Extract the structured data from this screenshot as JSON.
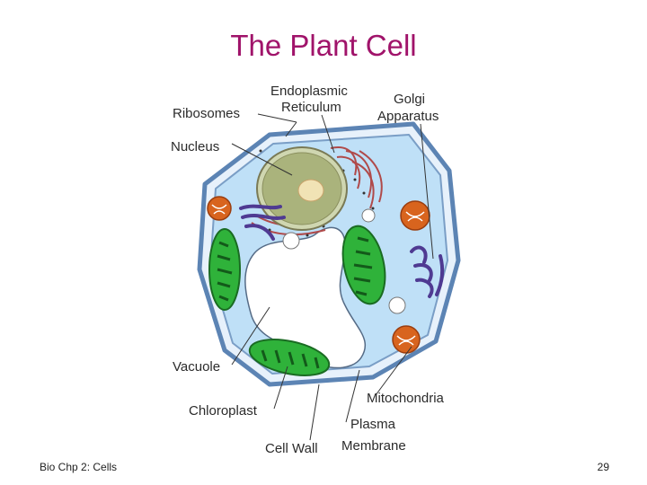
{
  "slide": {
    "title": "The Plant Cell",
    "footer_left": "Bio Chp 2: Cells",
    "page_number": "29"
  },
  "diagram": {
    "labels": {
      "endoplasmic_1": "Endoplasmic",
      "endoplasmic_2": "Reticulum",
      "golgi_1": "Golgi",
      "golgi_2": "Apparatus",
      "ribosomes": "Ribosomes",
      "nucleus": "Nucleus",
      "vacuole": "Vacuole",
      "chloroplast": "Chloroplast",
      "mitochondria": "Mitochondria",
      "plasma_1": "Plasma",
      "plasma_2": "Membrane",
      "cell_wall": "Cell Wall"
    },
    "colors": {
      "cytoplasm": "#bfe0f7",
      "cell_wall": "#5c84b4",
      "chloroplast": "#2fb23a",
      "mitochondria": "#d8641e",
      "golgi": "#4f3a92",
      "nucleus": "#aab37c",
      "title": "#a0136a"
    }
  }
}
